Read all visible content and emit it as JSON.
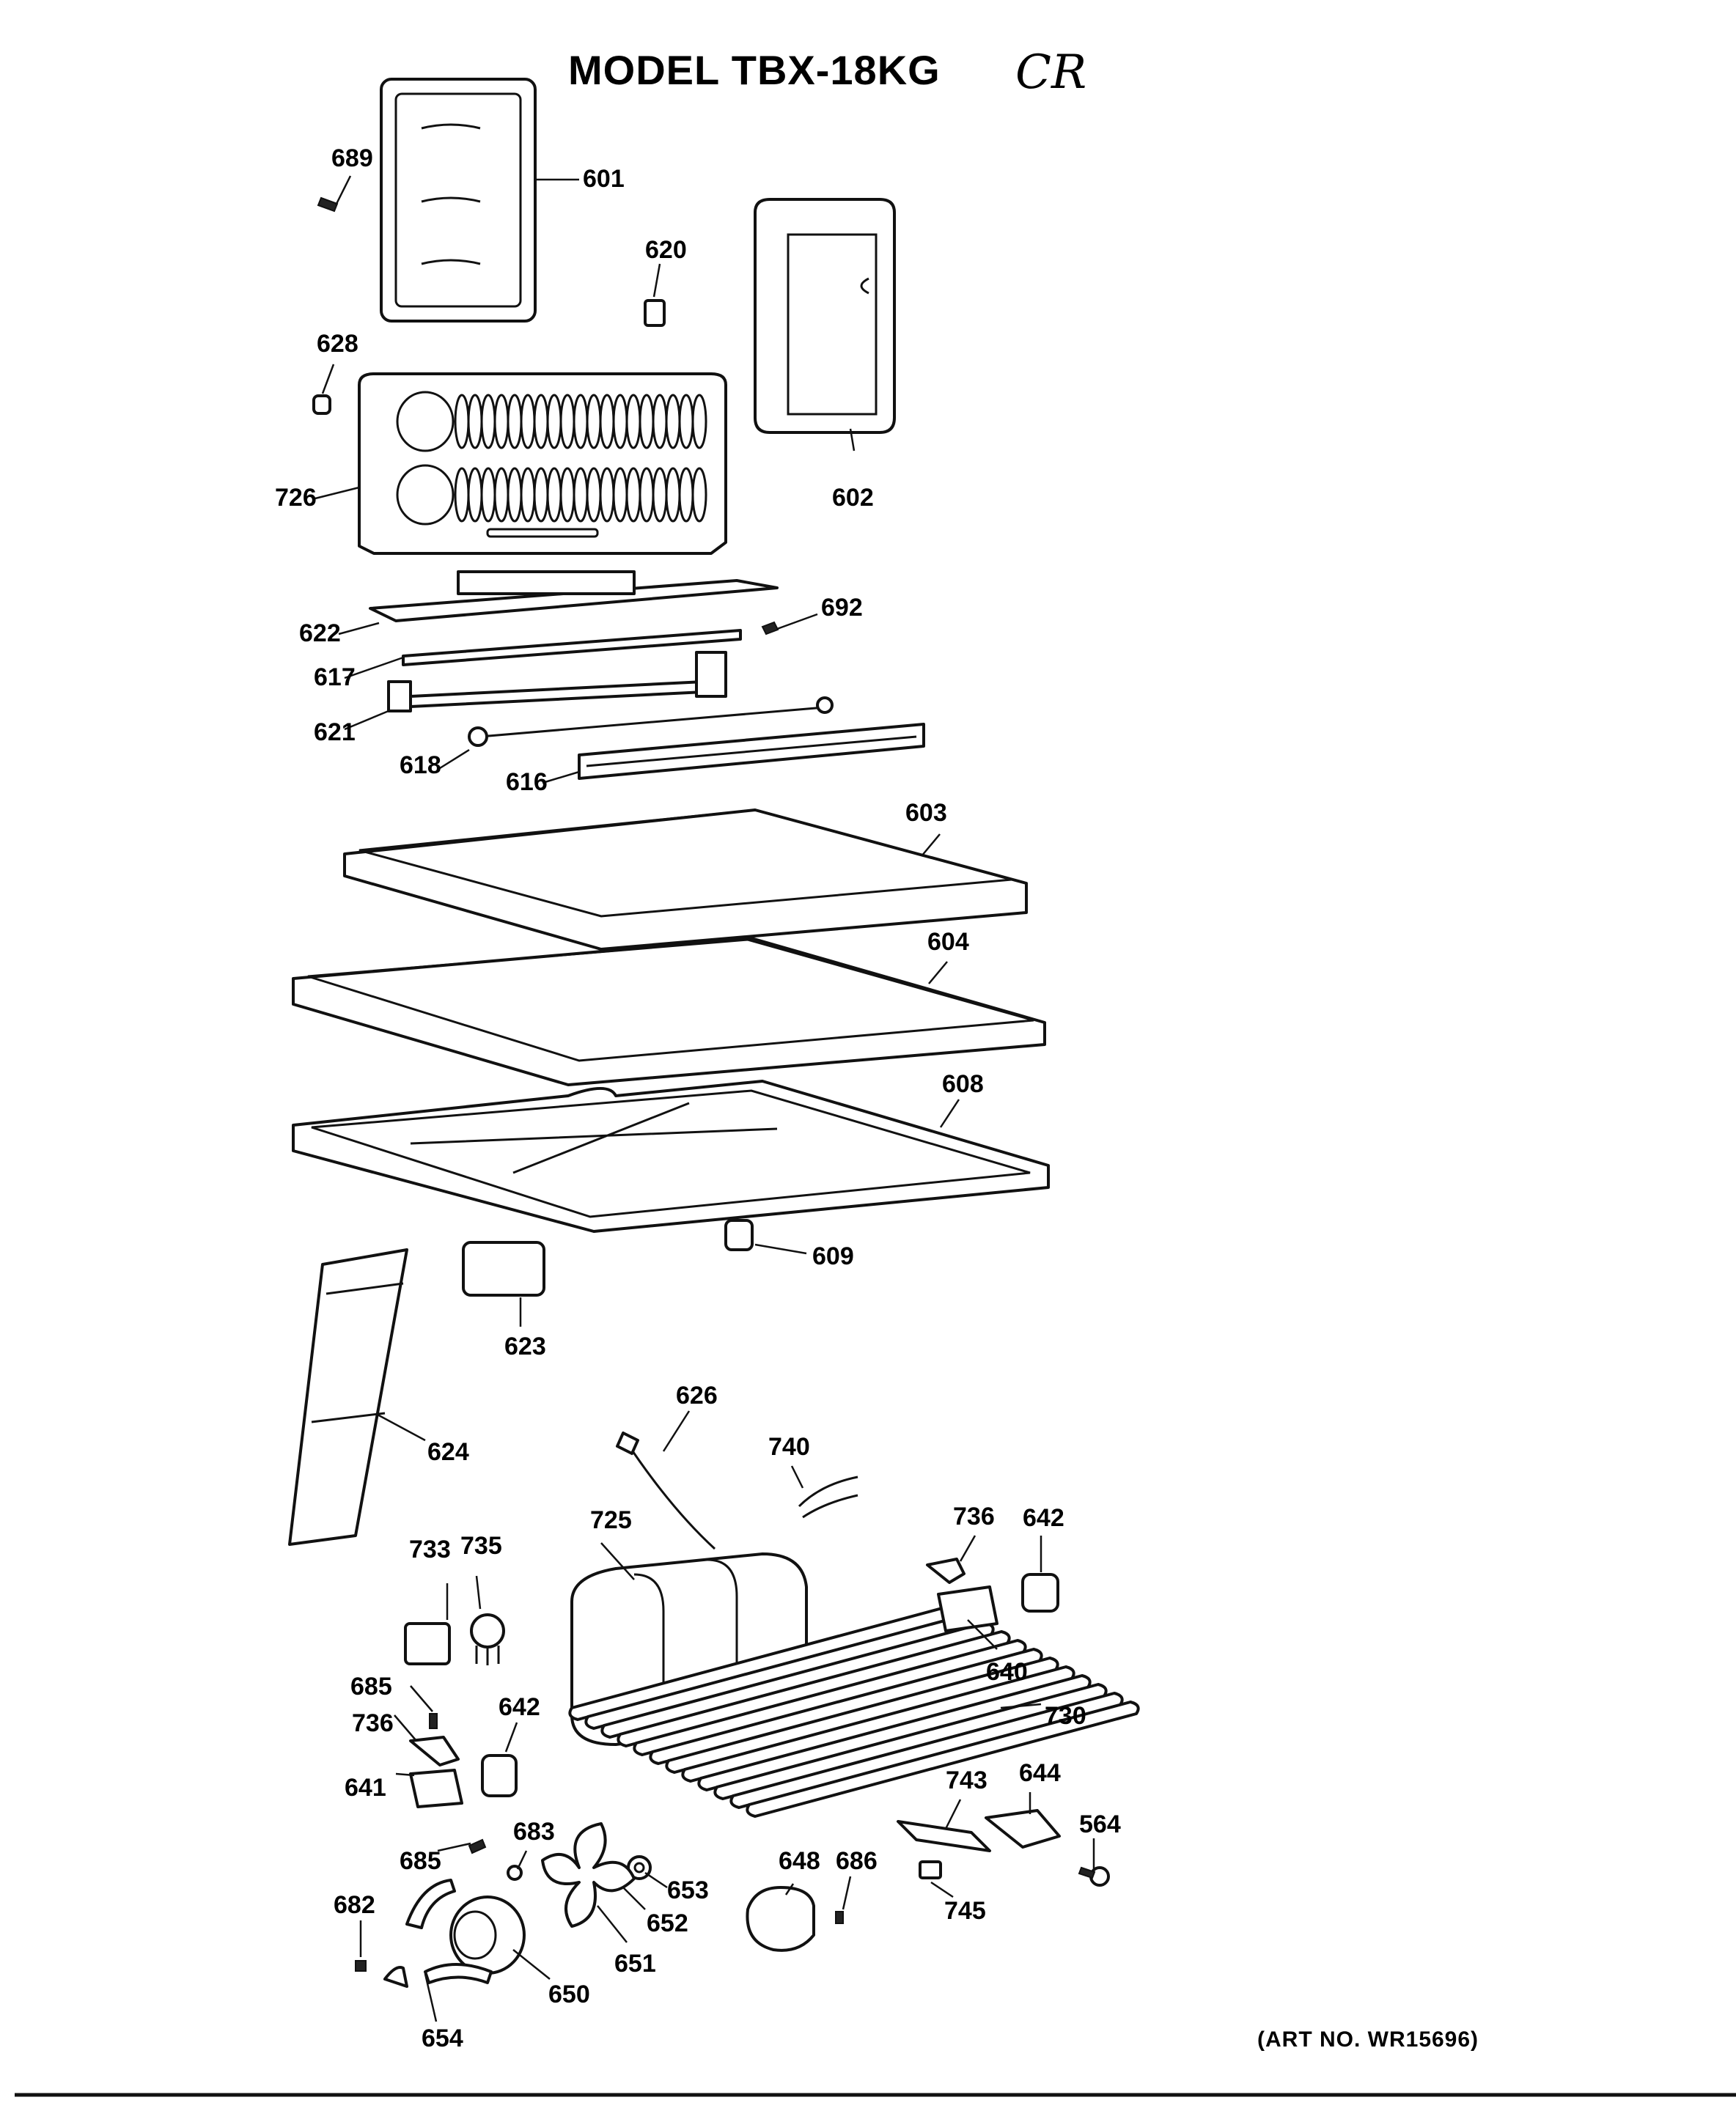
{
  "title": "MODEL TBX-18KG",
  "title_handwritten": "CR",
  "art_number": "(ART NO. WR15696)",
  "part_numbers": [
    "689",
    "601",
    "620",
    "602",
    "628",
    "726",
    "622",
    "692",
    "617",
    "621",
    "618",
    "616",
    "603",
    "604",
    "608",
    "609",
    "623",
    "624",
    "626",
    "740",
    "725",
    "736",
    "642",
    "733",
    "735",
    "640",
    "730",
    "685",
    "641",
    "683",
    "743",
    "644",
    "564",
    "648",
    "686",
    "682",
    "653",
    "652",
    "651",
    "650",
    "745",
    "654"
  ]
}
